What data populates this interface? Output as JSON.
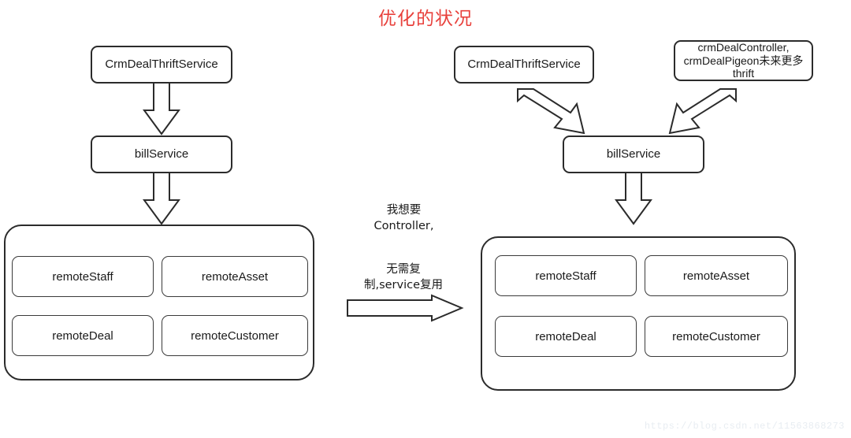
{
  "title": "优化的状况",
  "left_flow": {
    "top_node": "CrmDealThriftService",
    "mid_node": "billService",
    "group": {
      "items": [
        "remoteStaff",
        "remoteAsset",
        "remoteDeal",
        "remoteCustomer"
      ]
    }
  },
  "middle": {
    "label_top": "我想要\nController,",
    "label_bottom": "无需复\n制,service复用"
  },
  "right_flow": {
    "top_node_left": "CrmDealThriftService",
    "top_node_right": "crmDealController,\ncrmDealPigeon未来更多\nthrift",
    "mid_node": "billService",
    "group": {
      "items": [
        "remoteStaff",
        "remoteAsset",
        "remoteDeal",
        "remoteCustomer"
      ]
    }
  },
  "watermark": "https://blog.csdn.net/11563868273",
  "colors": {
    "title": "#e8413c",
    "stroke": "#2b2b2b",
    "text": "#1a1a1a",
    "background": "#ffffff"
  },
  "icons": {
    "arrow_down_left": "block-arrow-down-icon",
    "arrow_down_mid": "block-arrow-down-icon",
    "arrow_right_mid": "block-arrow-right-icon",
    "arrow_diag_right": "block-arrow-diagonal-down-right-icon",
    "arrow_diag_left": "block-arrow-diagonal-down-left-icon",
    "arrow_down_right_flow": "block-arrow-down-icon"
  }
}
